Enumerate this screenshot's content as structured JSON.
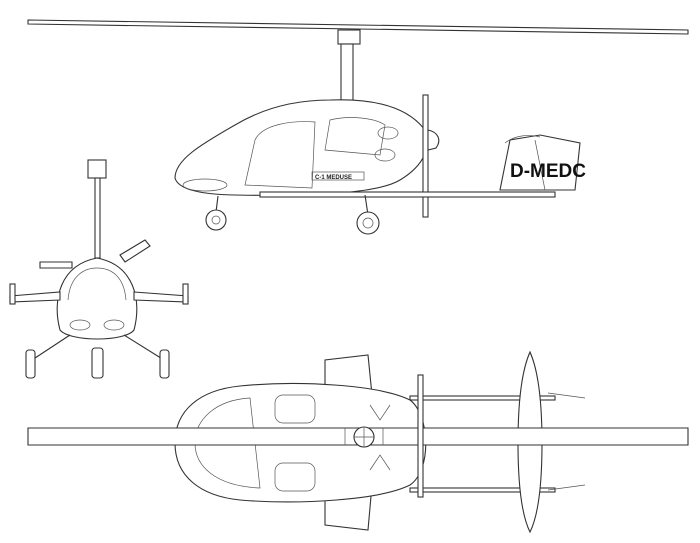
{
  "title": "Gyrocopter three-view drawing",
  "side_view": {
    "registration": "D-MEDC",
    "fuselage_lettering": "C-1 MEDUSE"
  },
  "colors": {
    "line": "#333333",
    "background": "#ffffff"
  }
}
